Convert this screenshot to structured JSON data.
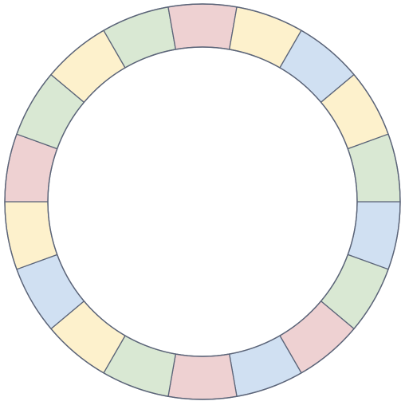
{
  "diagram": {
    "type": "segmented-ring",
    "segment_count": 18,
    "palette": {
      "blue": "#d0e0f2",
      "yellow": "#fdf1cc",
      "green": "#d9e8d3",
      "red": "#eed1d2"
    },
    "outline_color": "#5b6478",
    "segments": [
      {
        "color": "blue"
      },
      {
        "color": "green"
      },
      {
        "color": "red"
      },
      {
        "color": "blue"
      },
      {
        "color": "red"
      },
      {
        "color": "green"
      },
      {
        "color": "yellow"
      },
      {
        "color": "blue"
      },
      {
        "color": "yellow"
      },
      {
        "color": "red"
      },
      {
        "color": "green"
      },
      {
        "color": "yellow"
      },
      {
        "color": "green"
      },
      {
        "color": "red"
      },
      {
        "color": "yellow"
      },
      {
        "color": "blue"
      },
      {
        "color": "yellow"
      },
      {
        "color": "green"
      }
    ]
  }
}
